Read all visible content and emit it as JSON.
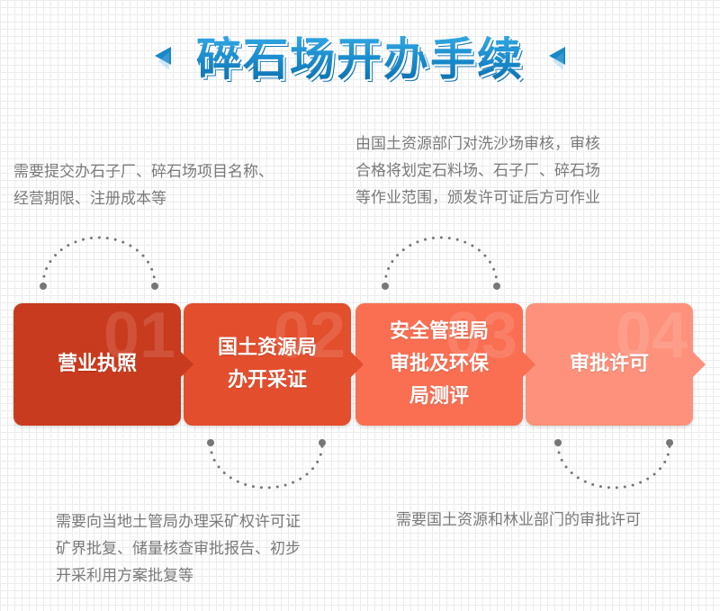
{
  "header": {
    "title": "碎石场开办手续"
  },
  "steps": [
    {
      "number": "01",
      "label": "营业执照",
      "description": "需要提交办石子厂、碎石场项目名称、\n经营期限、注册成本等",
      "color": "#c93b1e"
    },
    {
      "number": "02",
      "label": "国土资源局\n办开采证",
      "description": "需要向当地土管局办理采矿权许可证\n矿界批复、储量核查审批报告、初步\n开采利用方案批复等",
      "color": "#e34e2d"
    },
    {
      "number": "03",
      "label": "安全管理局\n审批及环保\n局测评",
      "description": "由国土资源部门对洗沙场审核，审核\n合格将划定石料场、石子厂、碎石场\n等作业范围，颁发许可证后方可作业",
      "color": "#fa6e52"
    },
    {
      "number": "04",
      "label": "审批许可",
      "description": "需要国土资源和林业部门的审批许可",
      "color": "#fd917b"
    }
  ],
  "colors": {
    "title_blue": "#1b8ccd",
    "description_text": "#7a7a7a",
    "dots": "#777777"
  }
}
